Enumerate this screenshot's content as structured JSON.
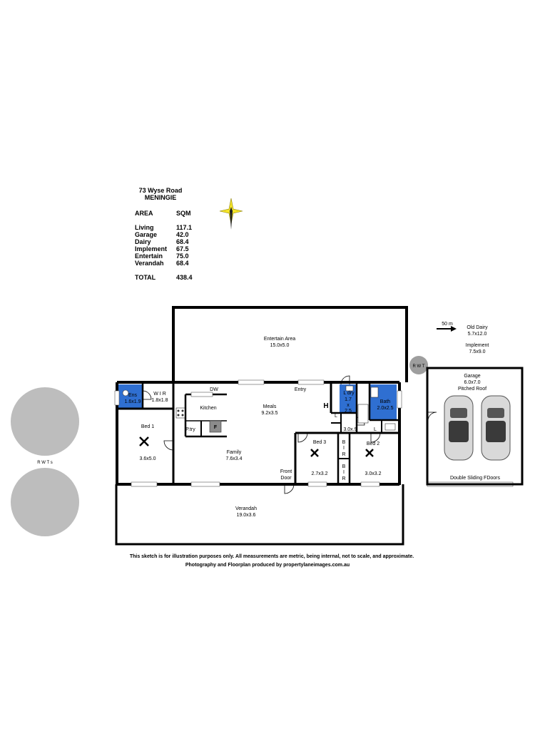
{
  "address": {
    "line1": "73 Wyse Road",
    "line2": "MENINGIE"
  },
  "areas": {
    "col_area": "AREA",
    "col_sqm": "SQM",
    "rows": [
      {
        "name": "Living",
        "sqm": "117.1"
      },
      {
        "name": "Garage",
        "sqm": "42.0"
      },
      {
        "name": "Dairy",
        "sqm": "68.4"
      },
      {
        "name": "Implement",
        "sqm": "67.5"
      },
      {
        "name": "Entertain",
        "sqm": "75.0"
      },
      {
        "name": "Verandah",
        "sqm": "68.4"
      }
    ],
    "total_label": "TOTAL",
    "total_value": "438.4"
  },
  "rooms": {
    "entertain": {
      "name": "Entertain Area",
      "size": "15.0x5.0"
    },
    "ens": {
      "name": "Ens",
      "size": "1.6x1.9"
    },
    "wir": {
      "name": "W I R",
      "size": "1.8x1.8"
    },
    "dw": "DW",
    "kitchen": "Kitchen",
    "ptry": "P.try",
    "f": "F",
    "bed1": {
      "name": "Bed 1",
      "size": "3.6x5.0"
    },
    "meals": {
      "name": "Meals",
      "size": "9.2x3.5"
    },
    "entry": "Entry",
    "family": {
      "name": "Family",
      "size": "7.6x3.4"
    },
    "h": "H",
    "ldry": {
      "name": "L dry",
      "w": "1.7",
      "x": "x",
      "d": "2.5"
    },
    "bath": {
      "name": "Bath",
      "size": "2.0x2.5"
    },
    "l1": "L",
    "l2": "L",
    "hall": "3.0x.9",
    "bed3": {
      "name": "Bed 3",
      "size": "2.7x3.2"
    },
    "bed2": {
      "name": "Bed 2",
      "size": "3.0x3.2"
    },
    "bir1": [
      "B",
      "I",
      "R"
    ],
    "bir2": [
      "B",
      "I",
      "R"
    ],
    "front_door": [
      "Front",
      "Door"
    ],
    "verandah": {
      "name": "Verandah",
      "size": "19.0x3.6"
    }
  },
  "outbuildings": {
    "distance": "50 m",
    "old_dairy": {
      "name": "Old Dairy",
      "size": "5.7x12.0"
    },
    "implement": {
      "name": "Implement",
      "size": "7.5x9.0"
    },
    "garage": {
      "name": "Garage",
      "size": "6.0x7.0",
      "roof": "Pitched Roof"
    },
    "doors": "Double Sliding FDoors",
    "rwt": "R W T",
    "rwts": "R W T s"
  },
  "footer": {
    "line1": "This sketch is for illustration purposes only.    All measurements are metric, being internal, not to scale, and approximate.",
    "line2": "Photography and Floorplan produced by propertylaneimages.com.au"
  },
  "colors": {
    "wet_area": "#2f6fd1",
    "tank": "#bdbdbd",
    "wall": "#000000",
    "compass": "#f5e52a"
  }
}
